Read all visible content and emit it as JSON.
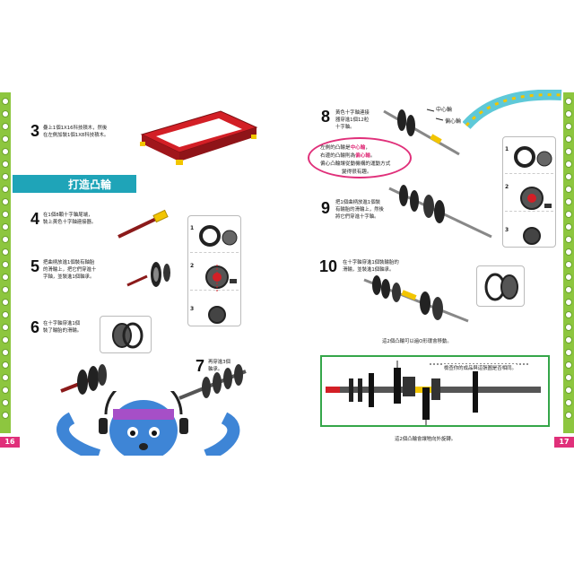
{
  "pages": {
    "left_number": "16",
    "right_number": "17"
  },
  "section": {
    "title": "打造凸輪"
  },
  "steps": [
    {
      "no": "3",
      "text": [
        "疊上1個1X16科技積木，然後",
        "在左側加裝1個1X8科技積木。"
      ]
    },
    {
      "no": "4",
      "text": [
        "在1個8顆十字軸尾端，",
        "裝上黃色十字軸連接器。"
      ]
    },
    {
      "no": "5",
      "text": [
        "把曲柄放進1個裝有軸胎",
        "的滑輪上，把它們穿進十",
        "字軸，並裝進1個軸承。"
      ]
    },
    {
      "no": "6",
      "text": [
        "在十字軸穿進1個",
        "裝了輪胎的滑輪。"
      ]
    },
    {
      "no": "7",
      "text": [
        "再穿進3個",
        "軸承。"
      ]
    },
    {
      "no": "8",
      "text": [
        "黃色十字軸連接",
        "器穿進1個12粒",
        "十字軸。"
      ]
    },
    {
      "no": "9",
      "text": [
        "把1個曲柄放進1個裝",
        "有輪胎的滑輪上，然後",
        "將它們穿進十字軸。"
      ]
    },
    {
      "no": "10",
      "text": [
        "在十字軸穿進1個裝輪胎的",
        "滑輪，並裝進1個軸承。"
      ]
    }
  ],
  "labels": {
    "center_wheel": "中心輪",
    "eccentric_wheel": "偏心輪"
  },
  "note_lines": [
    {
      "pre": "左側的凸輪是",
      "hl": "中心輪",
      "post": "，"
    },
    {
      "pre": "右邊的凸輪則為",
      "hl": "偏心輪",
      "post": "。"
    },
    {
      "pre": "偏心凸輪讓從動機構的運動方式",
      "hl": "",
      "post": ""
    },
    {
      "pre": "變得很有趣。",
      "hl": "",
      "post": ""
    }
  ],
  "callout_numbers": [
    "1",
    "2",
    "3"
  ],
  "diagram": {
    "top_note": "這2個凸輪可以遍O形環會移動。",
    "right_note": "檢查你的成品與這張圖是否相同。",
    "bottom_note": "這2個凸輪會讓牠向外旋轉。"
  },
  "colors": {
    "accent_green": "#8dc63f",
    "banner_teal": "#1fa4b8",
    "note_pink": "#e0307a",
    "box_green": "#35a649"
  }
}
